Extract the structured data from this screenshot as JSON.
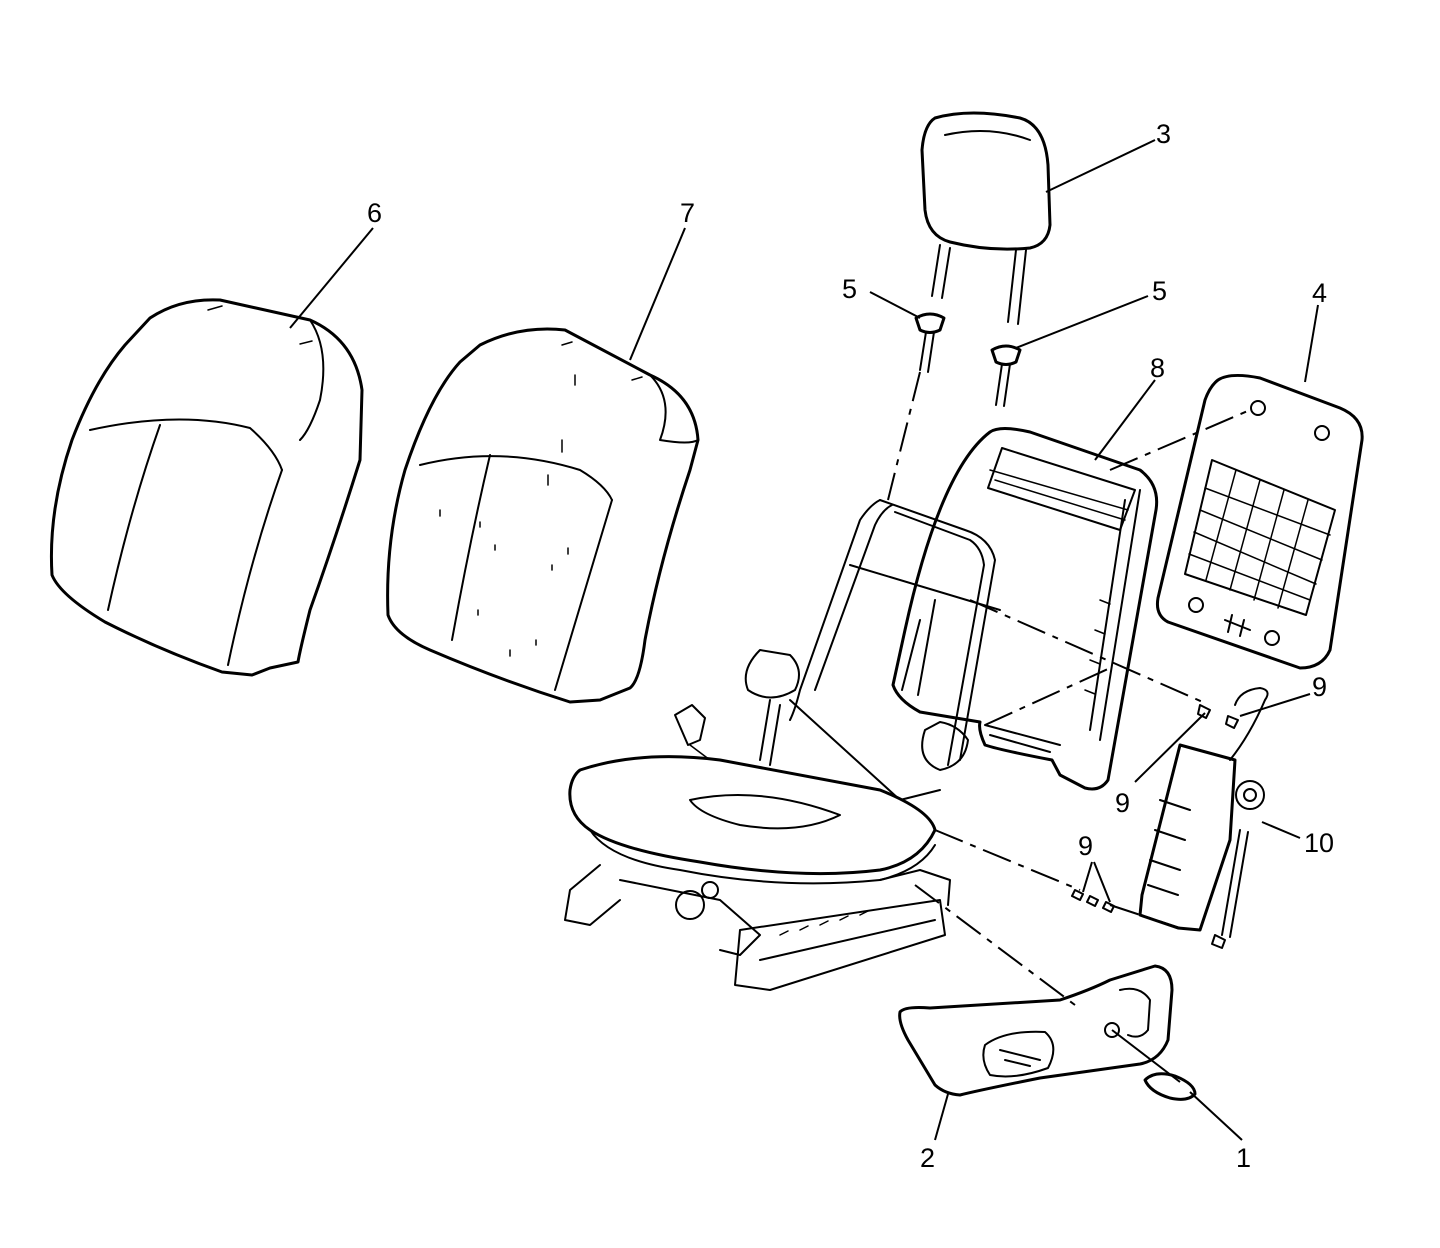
{
  "callouts": {
    "c1": "1",
    "c2": "2",
    "c3": "3",
    "c4": "4",
    "c5a": "5",
    "c5b": "5",
    "c6": "6",
    "c7": "7",
    "c8": "8",
    "c9a": "9",
    "c9b": "9",
    "c9c": "9",
    "c10": "10"
  }
}
